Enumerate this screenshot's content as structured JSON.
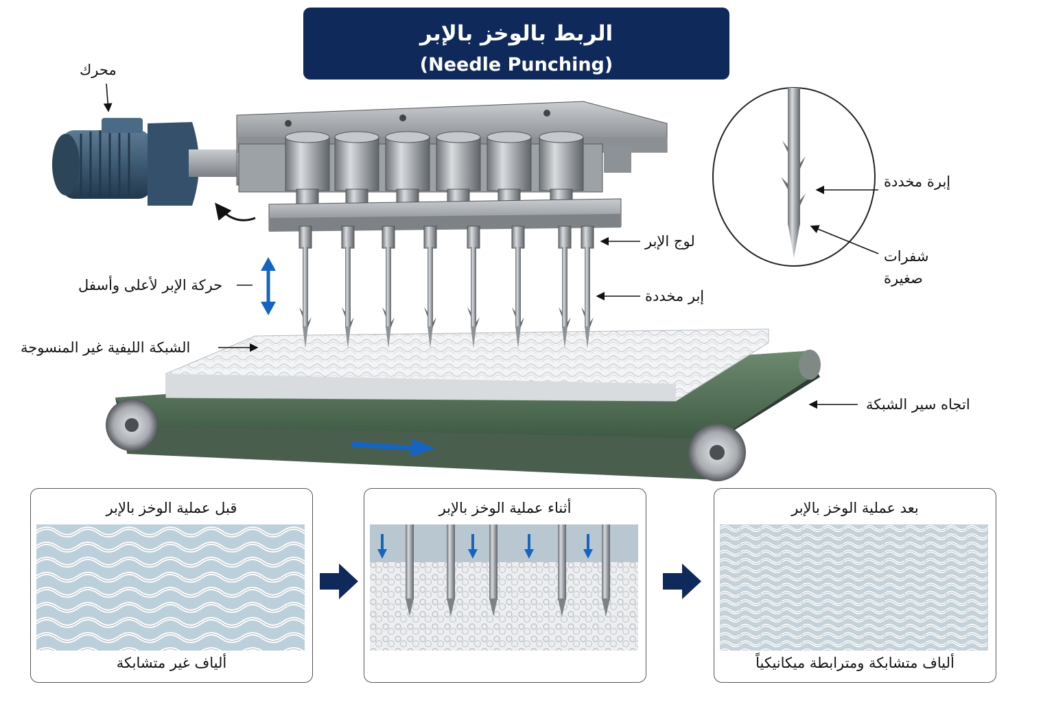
{
  "title": {
    "arabic": "الربط بالوخز بالإبر",
    "english": "(Needle Punching)"
  },
  "labels": {
    "motor": "محرك",
    "needle_board": "لوج الإبر",
    "barbed_needles": "إبر مخددة",
    "needle_motion": "حركة الإبر لأعلى وأسفل",
    "fibrous_web": "الشبكة الليفية غير المنسوجة",
    "web_direction": "اتجاه سير الشبكة",
    "detail_barbed_needle": "إبرة مخددة",
    "detail_barbs_line1": "شفرات",
    "detail_barbs_line2": "صغيرة"
  },
  "panels": [
    {
      "title": "قبل عملية الوخز بالإبر",
      "caption": "ألياف غير متشابكة"
    },
    {
      "title": "أثناء عملية الوخز بالإبر",
      "caption": ""
    },
    {
      "title": "بعد عملية الوخز بالإبر",
      "caption": "ألياف متشابكة ومترابطة ميكانيكياً"
    }
  ],
  "colors": {
    "title_background": "#0f2a5a",
    "motion_arrow": "#1565c0",
    "step_arrow": "#0f2a5a",
    "belt": "#4f6b53",
    "motor": "#3d5a73",
    "metal": "#9ea3a8"
  },
  "icons": [
    "motor-icon",
    "needle-icon",
    "arrow-right-icon",
    "double-arrow-vertical-icon",
    "rotation-arrow-icon"
  ]
}
